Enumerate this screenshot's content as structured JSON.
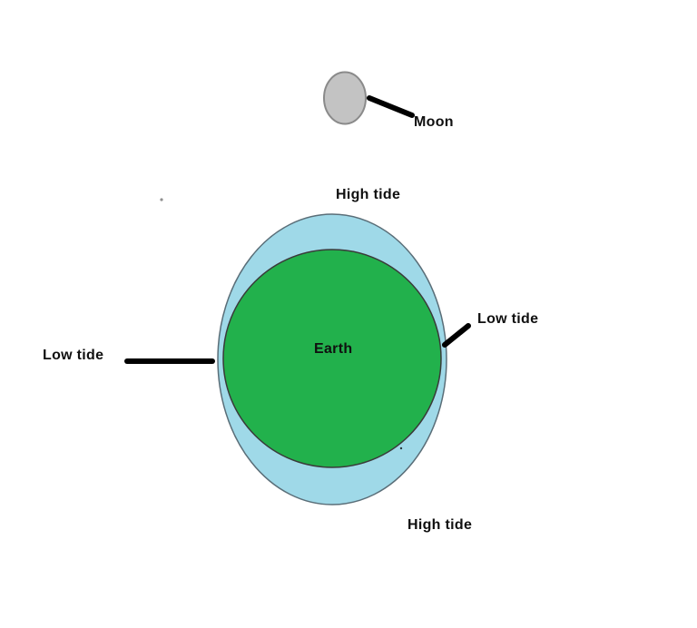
{
  "diagram": {
    "subject": "Earth tides caused by the Moon",
    "labels": {
      "moon": "Moon",
      "earth": "Earth",
      "high_tide_top": "High tide",
      "high_tide_bottom": "High tide",
      "low_tide_left": "Low tide",
      "low_tide_right": "Low tide"
    },
    "colors": {
      "earth_green": "#22B14C",
      "water_blue": "#9FD9E8",
      "moon_gray": "#C3C3C3",
      "pointer_black": "#000000",
      "background": "#FFFFFF"
    }
  }
}
